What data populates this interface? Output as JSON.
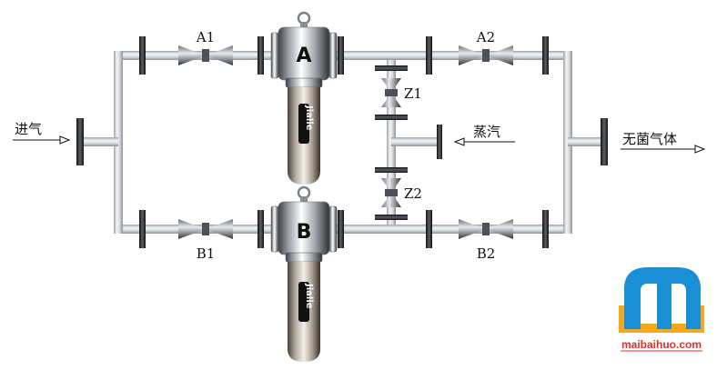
{
  "labels": {
    "valve_a1": "A1",
    "valve_a2": "A2",
    "valve_b1": "B1",
    "valve_b2": "B2",
    "valve_z1": "Z1",
    "valve_z2": "Z2",
    "filter_a": "A",
    "filter_b": "B",
    "inlet": "进气",
    "steam": "蒸汽",
    "outlet": "无菌气体",
    "filter_brand": "Jialie",
    "watermark": "maibaihuo.com"
  },
  "colors": {
    "pipe": "#c9cdd2",
    "flange": "#2a2c30",
    "valve": "#3a3d42",
    "logo_blue": "#1a8fd6",
    "logo_orange": "#f5a623",
    "watermark_red": "#e0322a"
  },
  "icons": [
    "arrow-right-icon",
    "arrow-left-icon",
    "logo-icon"
  ]
}
